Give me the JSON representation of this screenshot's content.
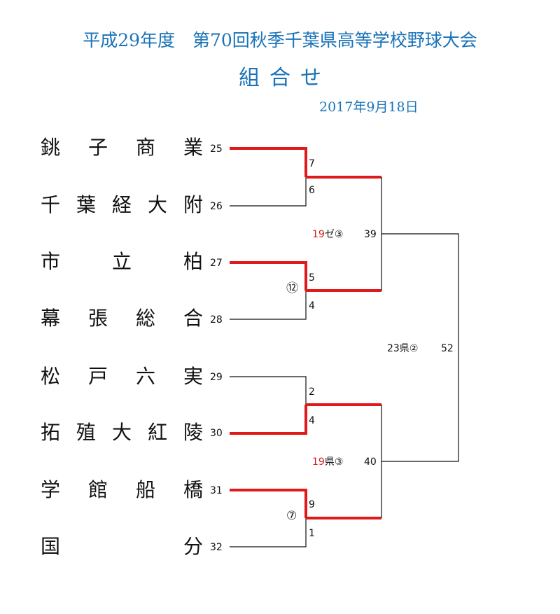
{
  "header": {
    "title": "平成29年度　第70回秋季千葉県高等学校野球大会",
    "subtitle": "組合せ",
    "date": "2017年9月18日"
  },
  "teams": [
    {
      "chars": [
        "銚",
        "子",
        "商",
        "業"
      ],
      "seed": "25"
    },
    {
      "chars": [
        "千",
        "葉",
        "経",
        "大",
        "附"
      ],
      "seed": "26"
    },
    {
      "chars": [
        "市",
        "立",
        "柏"
      ],
      "seed": "27"
    },
    {
      "chars": [
        "幕",
        "張",
        "総",
        "合"
      ],
      "seed": "28"
    },
    {
      "chars": [
        "松",
        "戸",
        "六",
        "実"
      ],
      "seed": "29"
    },
    {
      "chars": [
        "拓",
        "殖",
        "大",
        "紅",
        "陵"
      ],
      "seed": "30"
    },
    {
      "chars": [
        "学",
        "館",
        "船",
        "橋"
      ],
      "seed": "31"
    },
    {
      "chars": [
        "国",
        "分"
      ],
      "seed": "32"
    }
  ],
  "scores": {
    "m1_top": "7",
    "m1_bottom": "6",
    "m2_top": "5",
    "m2_bottom": "4",
    "m2_note": "⑫",
    "m3_top": "2",
    "m3_bottom": "4",
    "m4_top": "9",
    "m4_bottom": "1",
    "m4_note": "⑦"
  },
  "semis": {
    "s1_date": "19",
    "s1_venue": "ゼ③",
    "s1_match": "39",
    "s2_date": "19",
    "s2_venue": "県③",
    "s2_match": "40"
  },
  "final": {
    "label": "23県②",
    "match": "52"
  },
  "colors": {
    "title": "#1a73b8",
    "win": "#e01a1a",
    "line": "#111111",
    "date_red": "#d0201e"
  }
}
